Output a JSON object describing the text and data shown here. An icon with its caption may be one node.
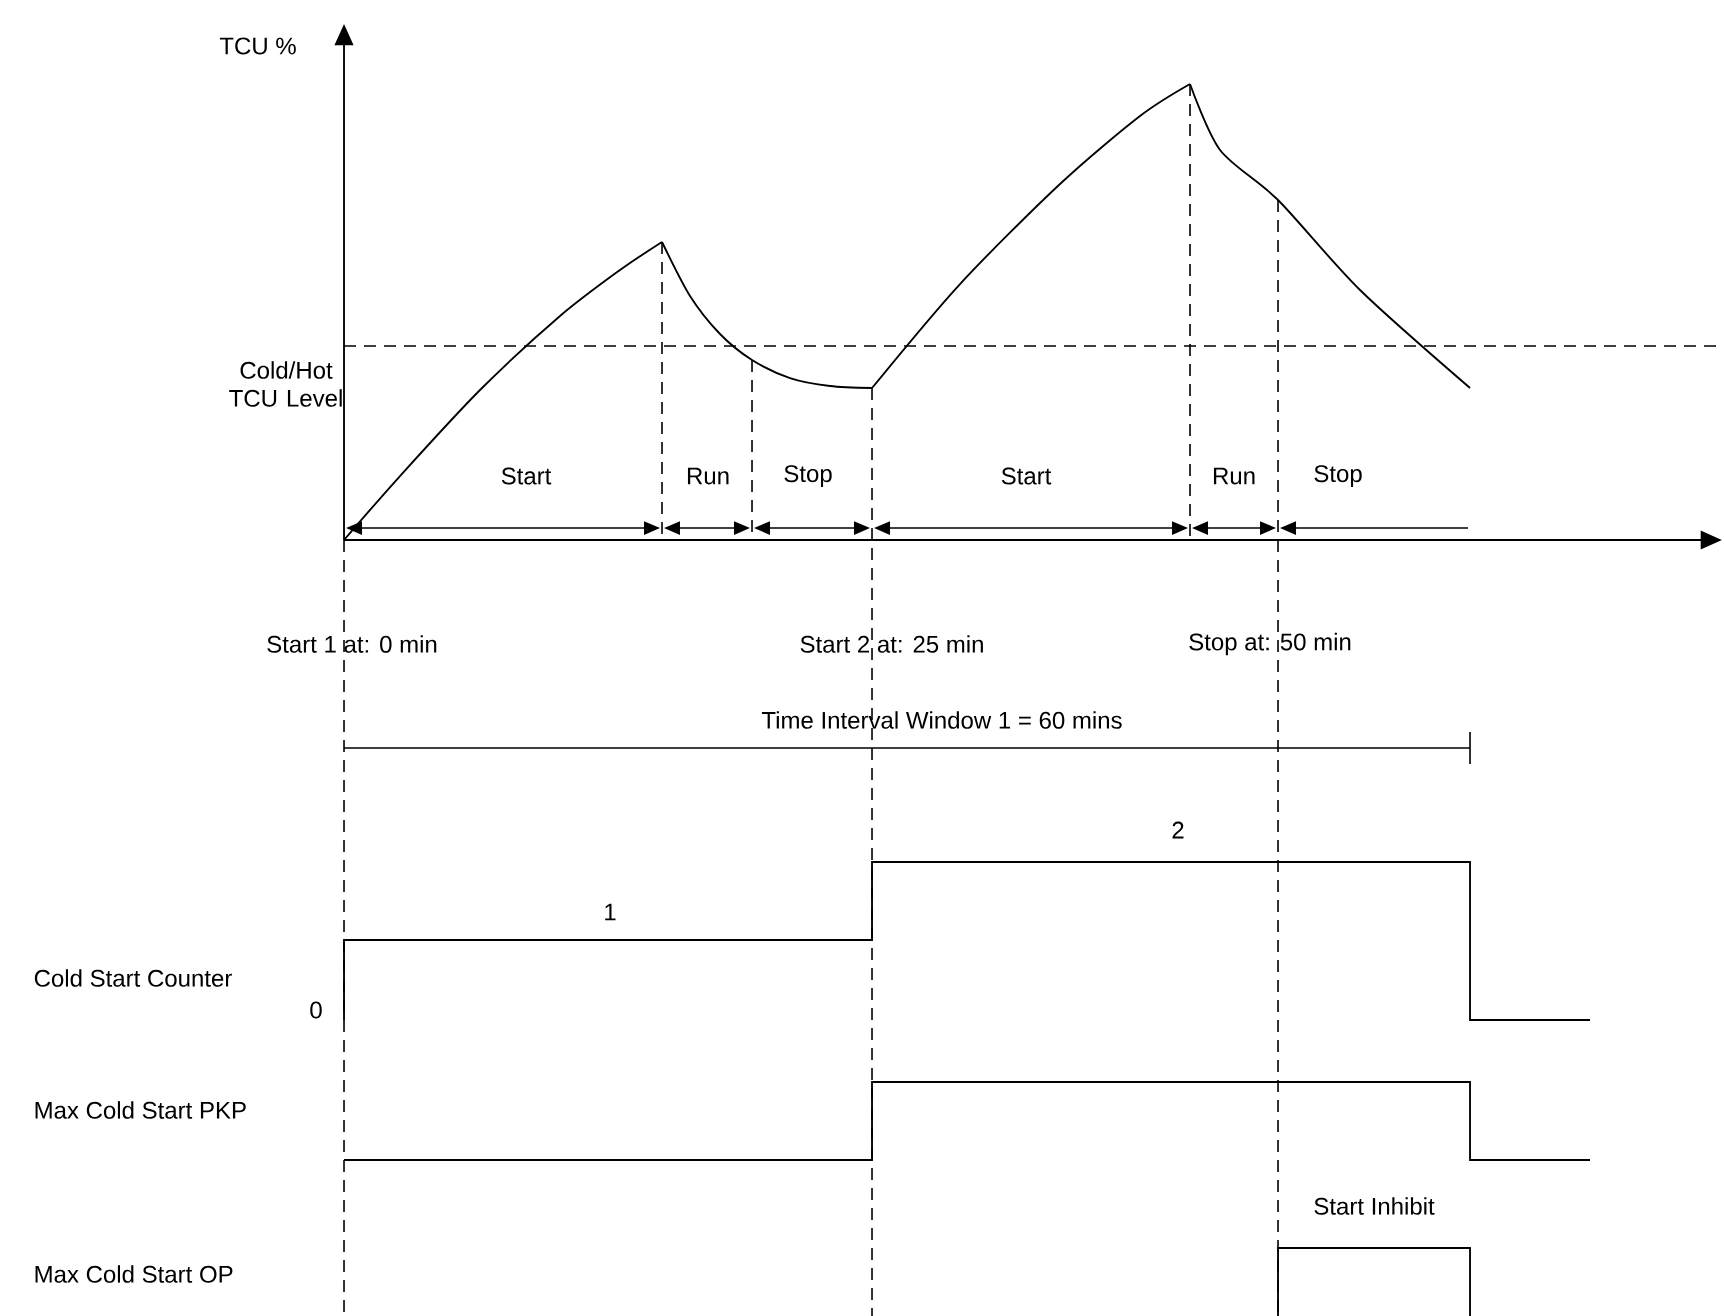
{
  "diagram": {
    "labels": [
      "TCU %",
      "Cold/Hot TCU Level",
      "Start",
      "Run",
      "Stop",
      "Start",
      "Run",
      "Stop",
      "Start 1 at: 0 min",
      "Start 2 at: 25 min",
      "Stop at: 50 min",
      "Time Interval Window 1 = 60 mins",
      "2",
      "1",
      "Cold Start Counter",
      "0",
      "Max Cold Start PKP",
      "Start Inhibit",
      "Max Cold Start OP"
    ]
  }
}
